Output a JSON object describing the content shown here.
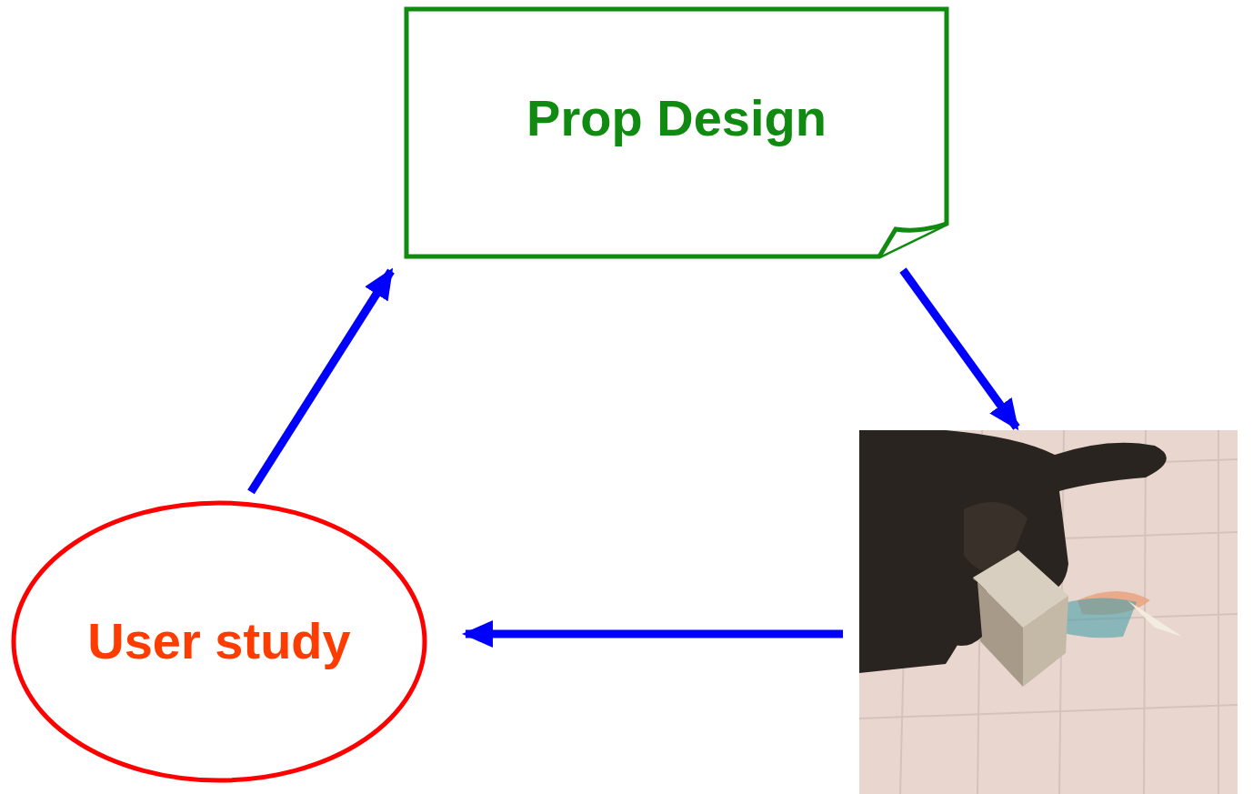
{
  "diagram": {
    "nodes": [
      {
        "text": [
          "Prop Design"
        ]
      },
      {
        "text": [
          "User study"
        ]
      }
    ],
    "edges": [
      {
        "from": 1,
        "to": 0,
        "arrow": "to"
      }
    ]
  }
}
